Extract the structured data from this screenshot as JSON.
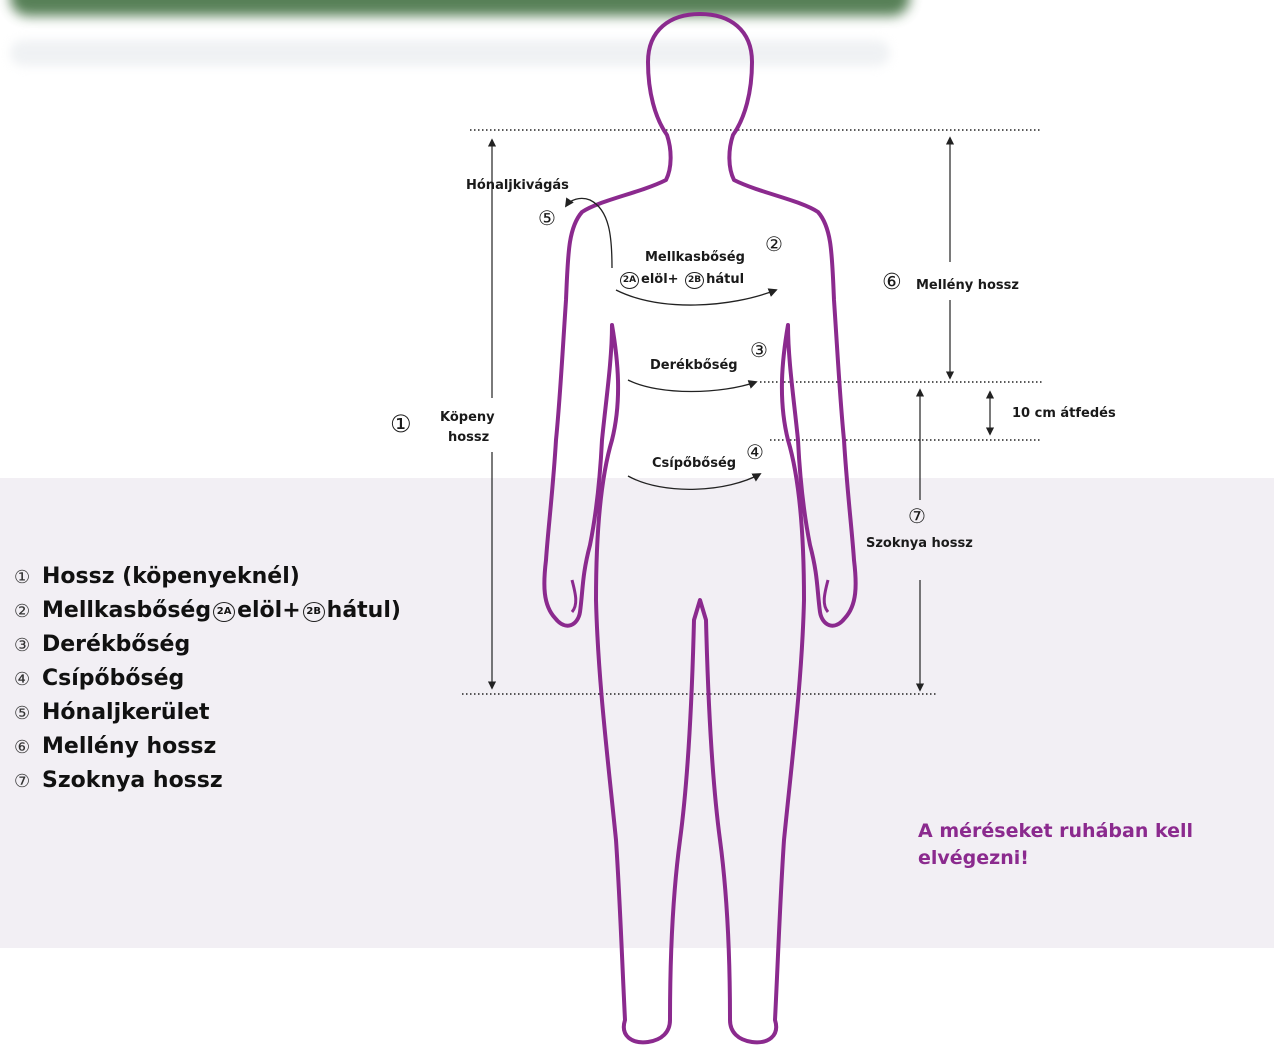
{
  "labels": {
    "armhole": "Hónaljkivágás",
    "armhole_num": "⑤",
    "chest": "Mellkasbőség",
    "chest_num": "②",
    "chest_front_badge": "2A",
    "chest_front": "elöl+",
    "chest_back_badge": "2B",
    "chest_back": "hátul",
    "waist": "Derékbőség",
    "waist_num": "③",
    "hip": "Csípőbőség",
    "hip_num": "④",
    "cape_num": "①",
    "cape_line1": "Köpeny",
    "cape_line2": "hossz",
    "vest_num": "⑥",
    "vest": "Mellény hossz",
    "overlap": "10 cm átfedés",
    "skirt_num": "⑦",
    "skirt": "Szoknya hossz"
  },
  "legend": [
    {
      "num": "①",
      "text": "Hossz (köpenyeknél)"
    },
    {
      "num": "②",
      "text": "Mellkasbőség",
      "badge_a": "2A",
      "mid": "elöl+",
      "badge_b": "2B",
      "tail": "hátul)"
    },
    {
      "num": "③",
      "text": "Derékbőség"
    },
    {
      "num": "④",
      "text": "Csípőbőség"
    },
    {
      "num": "⑤",
      "text": "Hónaljkerület"
    },
    {
      "num": "⑥",
      "text": "Mellény hossz"
    },
    {
      "num": "⑦",
      "text": "Szoknya hossz"
    }
  ],
  "note": {
    "line1": "A méréseket ruhában kell",
    "line2": "elvégezni!"
  },
  "colors": {
    "body_outline": "#8b2a8e",
    "note_text": "#8b2a8e",
    "band": "#f2eff4",
    "lines": "#222222"
  }
}
